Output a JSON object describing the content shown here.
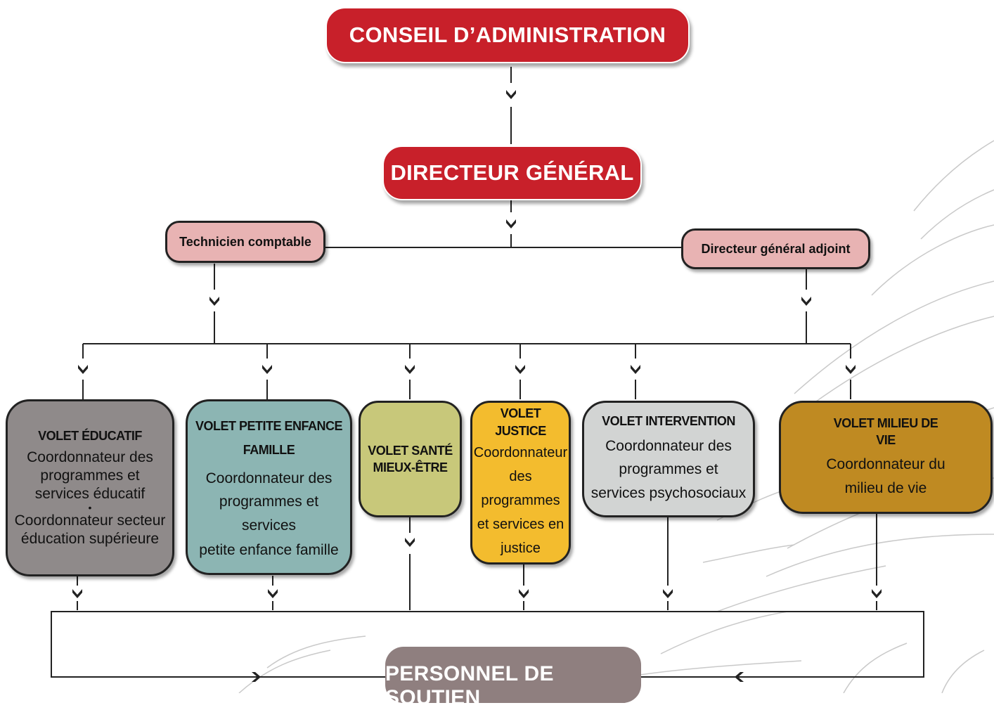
{
  "top": {
    "label": "CONSEIL D’ADMINISTRATION"
  },
  "director": {
    "label": "DIRECTEUR GÉNÉRAL"
  },
  "staff_left": {
    "label": "Technicien comptable"
  },
  "staff_right": {
    "label": "Directeur général adjoint"
  },
  "volets": {
    "educatif": {
      "title": "VOLET ÉDUCATIF",
      "line1": "Coordonnateur des programmes et services éducatif",
      "bullet": "•",
      "line2": "Coordonnateur secteur éducation supérieure"
    },
    "petite_enfance": {
      "title": "VOLET PETITE ENFANCE FAMILLE",
      "line1": "Coordonnateur  des programmes et services",
      "line2": "petite enfance famille"
    },
    "sante": {
      "title": "VOLET SANTÉ MIEUX-ÊTRE"
    },
    "justice": {
      "title": "VOLET JUSTICE",
      "line1": "Coordonnateur des programmes et services en justice"
    },
    "intervention": {
      "title": "VOLET INTERVENTION",
      "line1": "Coordonnateur des programmes et services psychosociaux"
    },
    "milieu": {
      "title": "VOLET MILIEU DE VIE",
      "line1": "Coordonnateur du milieu de vie"
    }
  },
  "bottom": {
    "label": "PERSONNEL DE SOUTIEN"
  },
  "colors": {
    "red": "#c8202a",
    "pink": "#e8b3b3",
    "grey": "#8f8a8a",
    "teal": "#8cb5b3",
    "olive": "#c8c87a",
    "yellow": "#f3bc2e",
    "light_grey": "#d2d4d3",
    "gold": "#bf8a22",
    "brown_grey": "#8f7f7f",
    "line": "#222222"
  }
}
